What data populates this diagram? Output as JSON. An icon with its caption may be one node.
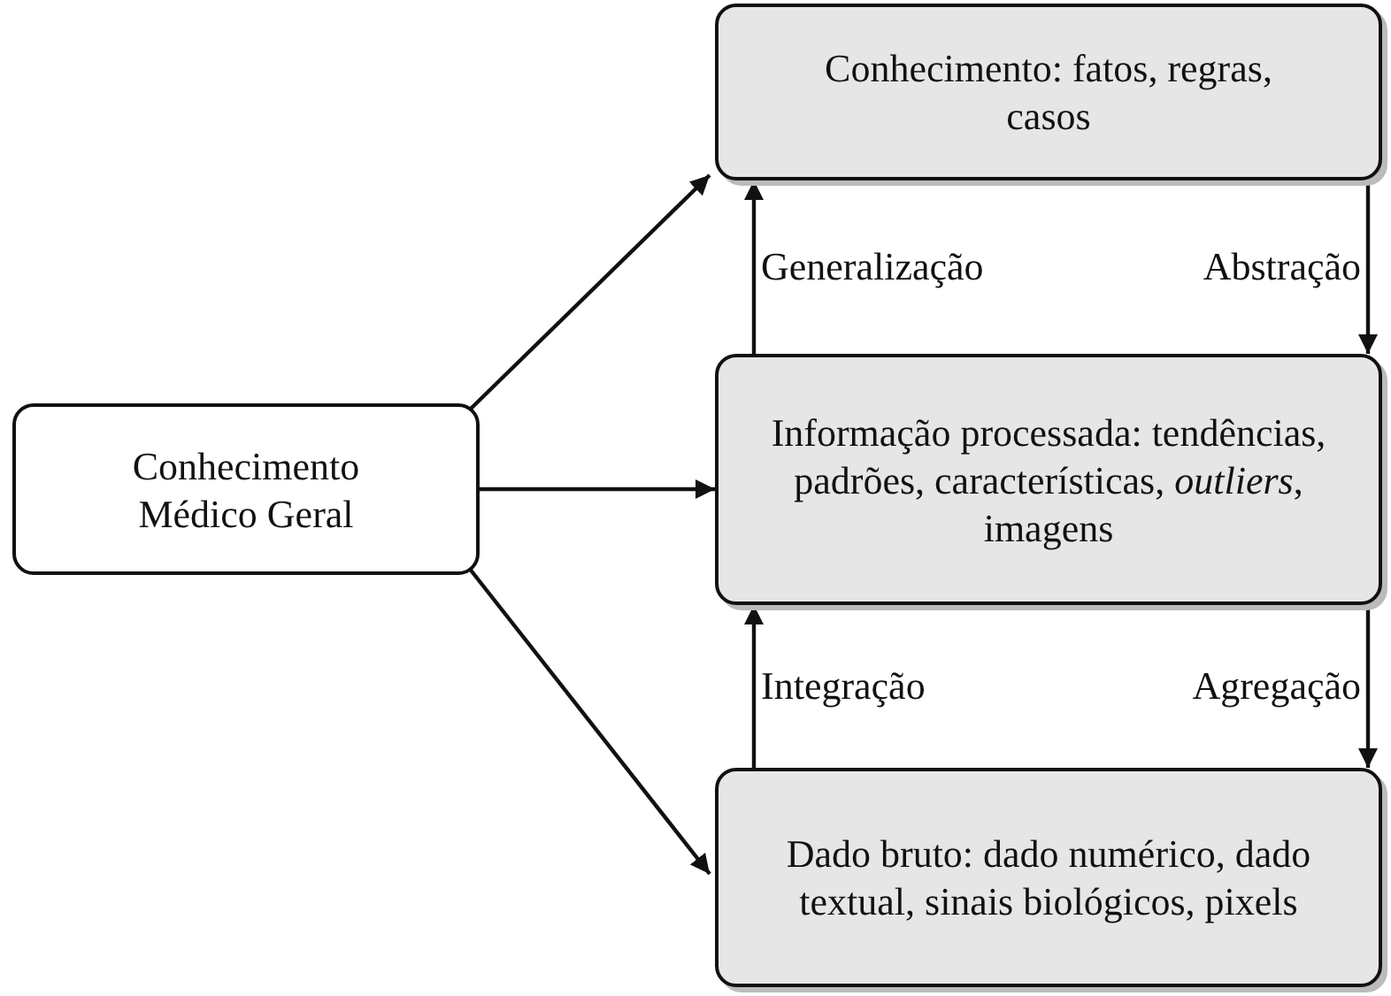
{
  "diagram": {
    "nodes": [
      {
        "text": [
          "Conhecimento Médico Geral"
        ]
      },
      {
        "text": [
          "Conhecimento: fatos, regras, casos"
        ]
      },
      {
        "text": [
          "Informação processada: tendências, padrões, características, *outliers*, imagens"
        ]
      },
      {
        "text": [
          "Dado bruto: dado numérico, dado textual, sinais biológicos, pixels"
        ]
      }
    ],
    "edges": [
      {
        "from": 0,
        "to": 1,
        "arrow": "to"
      },
      {
        "from": 0,
        "to": 2,
        "arrow": "to"
      },
      {
        "from": 0,
        "to": 3,
        "arrow": "to"
      },
      {
        "from": 2,
        "to": 1,
        "arrow": "to",
        "label": "Generalização"
      },
      {
        "from": 1,
        "to": 2,
        "arrow": "to",
        "label": "Abstração"
      },
      {
        "from": 3,
        "to": 2,
        "arrow": "to",
        "label": "Integração"
      },
      {
        "from": 2,
        "to": 3,
        "arrow": "to",
        "label": "Agregação"
      }
    ]
  }
}
